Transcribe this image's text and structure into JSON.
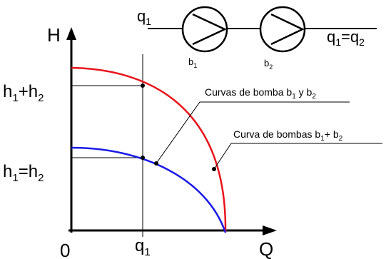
{
  "axes": {
    "y_label": "H",
    "x_label": "Q",
    "origin_label": "0"
  },
  "labels": {
    "h_sum": {
      "base": "h",
      "sub1": "1",
      "mid": "+h",
      "sub2": "2"
    },
    "h_equal": {
      "base": "h",
      "sub1": "1",
      "mid": "=h",
      "sub2": "2"
    },
    "q1_axis": {
      "base": "q",
      "sub": "1"
    }
  },
  "schematic": {
    "inlet": {
      "base": "q",
      "sub": "1"
    },
    "outlet": {
      "base": "q",
      "sub1": "1",
      "mid": "=q",
      "sub2": "2"
    },
    "pump1": {
      "base": "b",
      "sub": "1"
    },
    "pump2": {
      "base": "b",
      "sub": "2"
    }
  },
  "annotations": {
    "single_curves": {
      "text": "Curvas de bomba b",
      "sub1": "1",
      "mid": " y b",
      "sub2": "2"
    },
    "combined_curve": {
      "text": "Curva de bombas b",
      "sub1": "1",
      "mid": "+ b",
      "sub2": "2"
    }
  },
  "colors": {
    "combined_curve": "#e8141b",
    "single_curve": "#1a1ae6",
    "lines": "#000000"
  }
}
